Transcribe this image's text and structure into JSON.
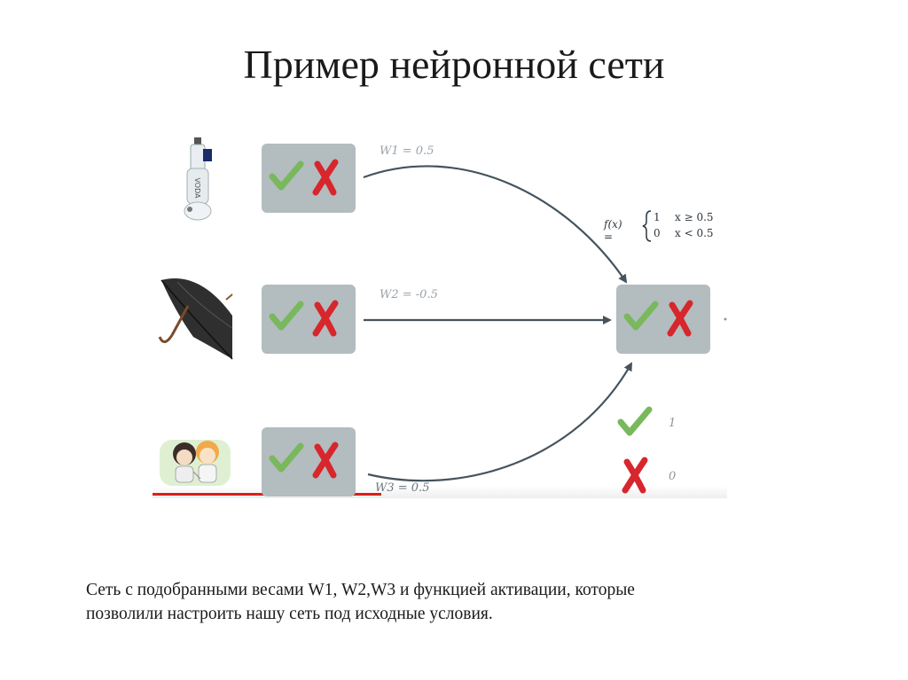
{
  "title": "Пример нейронной сети",
  "weights": {
    "w1": "W1 = 0.5",
    "w2": "W2 = -0.5",
    "w3": "W3 = 0.5"
  },
  "activation": {
    "lhs": "f(x) =",
    "case1_value": "1",
    "case1_cond": "x ≥ 0.5",
    "case2_value": "0",
    "case2_cond": "x < 0.5"
  },
  "legend": {
    "check_value": "1",
    "cross_value": "0"
  },
  "inputs": [
    {
      "icon": "bottle-icon"
    },
    {
      "icon": "umbrella-icon"
    },
    {
      "icon": "friends-icon"
    }
  ],
  "colors": {
    "box": "#b3bcbf",
    "check": "#79b85c",
    "cross": "#d7262c",
    "arrow": "#44535d",
    "baseline": "#d9201a"
  },
  "caption": {
    "line1": "Сеть с подобранными весами W1, W2,W3 и функцией активации, которые",
    "line2": "позволили настроить нашу сеть под исходные условия."
  }
}
